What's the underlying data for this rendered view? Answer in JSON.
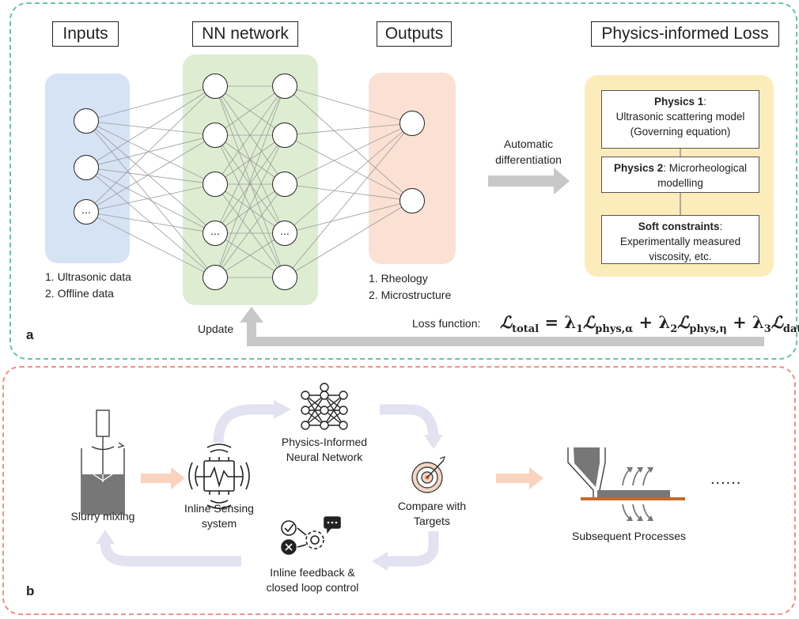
{
  "panel_a": {
    "letter": "a",
    "headers": {
      "inputs": "Inputs",
      "nn": "NN network",
      "outputs": "Outputs",
      "loss": "Physics-informed Loss"
    },
    "input_node_label": "...",
    "hidden_node_label": "...",
    "inputs_list": [
      "1. Ultrasonic data",
      "2. Offline data"
    ],
    "outputs_list": [
      "1. Rheology",
      "2. Microstructure"
    ],
    "autodiff": [
      "Automatic",
      "differentiation"
    ],
    "physics": {
      "p1_bold": "Physics 1",
      "p1_rest": ":",
      "p1_lines": [
        "Ultrasonic scattering model",
        "(Governing equation)"
      ],
      "p2_bold": "Physics 2",
      "p2_rest": ": Microrheological",
      "p2_line2": "modelling",
      "p3_bold": "Soft constraints",
      "p3_rest": ":",
      "p3_lines": [
        "Experimentally measured",
        "viscosity, etc."
      ]
    },
    "update_label": "Update",
    "loss_label": "Loss function:",
    "loss_formula": {
      "lhs": "ℒ",
      "lhs_sub": "total",
      "t1": "λ",
      "t1_sub": "1",
      "t1_L": "ℒ",
      "t1_L_sub": "phys,α",
      "t2": "λ",
      "t2_sub": "2",
      "t2_L": "ℒ",
      "t2_L_sub": "phys,η",
      "t3": "λ",
      "t3_sub": "3",
      "t3_L": "ℒ",
      "t3_L_sub": "data"
    }
  },
  "panel_b": {
    "letter": "b",
    "slurry": "Slurry mixing",
    "sensing": [
      "Inline Sensing",
      "system"
    ],
    "pinn": [
      "Physics-Informed",
      "Neural Network"
    ],
    "compare": [
      "Compare with",
      "Targets"
    ],
    "feedback": [
      "Inline feedback &",
      "closed loop control"
    ],
    "subsequent": "Subsequent Processes",
    "ellipsis": "......"
  },
  "colors": {
    "panel_a_border": "#6cc3a0",
    "panel_b_border": "#e8928a",
    "inputs_fill": "#d6e3f5",
    "nn_fill": "#deedd2",
    "outputs_fill": "#fbe1d3",
    "physics_fill": "#fcecbb",
    "arrow_gray": "#c8c8c8",
    "arrow_lavender": "#e2e2f1",
    "arrow_peach": "#f9d3bd"
  }
}
